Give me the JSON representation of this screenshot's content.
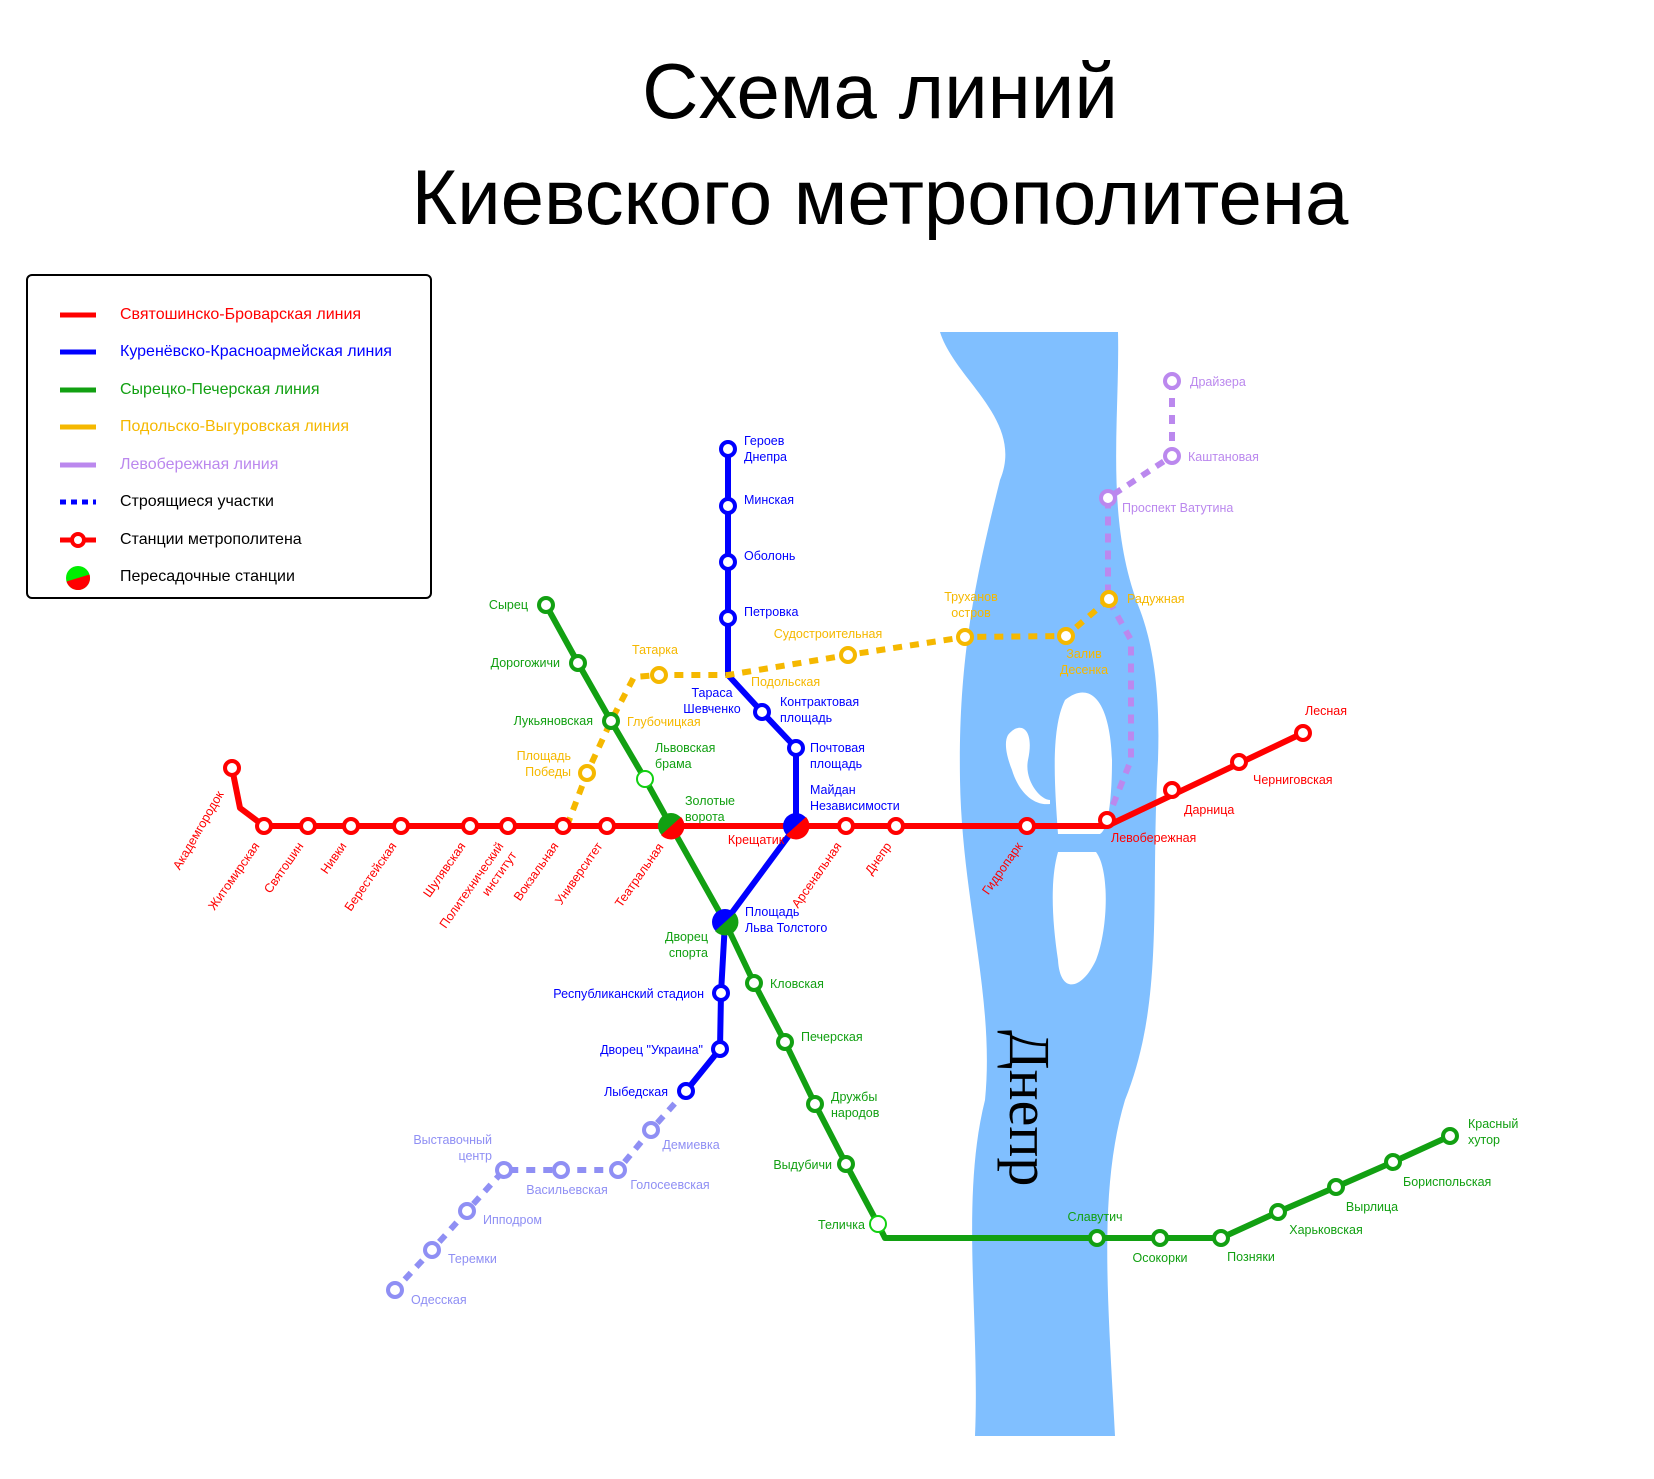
{
  "title": {
    "line1": "Схема линий",
    "line2": "Киевского метрополитена"
  },
  "colors": {
    "red": "#ff0000",
    "blue": "#0000ff",
    "green": "#12a012",
    "yellow": "#f5b800",
    "purple": "#bb88ee",
    "lilac": "#8f8ff4",
    "river": "#80bfff"
  },
  "legend": {
    "items": [
      {
        "label": "Святошинско-Броварская линия",
        "color": "#ff0000",
        "kind": "line"
      },
      {
        "label": "Куренёвско-Красноармейская линия",
        "color": "#0000ff",
        "kind": "line"
      },
      {
        "label": "Сырецко-Печерская линия",
        "color": "#12a012",
        "kind": "line"
      },
      {
        "label": "Подольско-Выгуровская линия",
        "color": "#f5b800",
        "kind": "line"
      },
      {
        "label": "Левобережная линия",
        "color": "#bb88ee",
        "kind": "line"
      },
      {
        "label": "Строящиеся участки",
        "color": "#000000",
        "kind": "dashed"
      },
      {
        "label": "Станции метрополитена",
        "color": "#000000",
        "kind": "station"
      },
      {
        "label": "Пересадочные станции",
        "color": "#000000",
        "kind": "transfer"
      }
    ]
  },
  "river": {
    "label": "Днепр"
  },
  "stations": {
    "red": [
      "Академгородок",
      "Житомирская",
      "Святошин",
      "Нивки",
      "Берестейская",
      "Шулявская",
      "Политехнический институт",
      "Вокзальная",
      "Университет",
      "Театральная",
      "Крещатик",
      "Арсенальная",
      "Днепр",
      "Гидропарк",
      "Левобережная",
      "Дарница",
      "Черниговская",
      "Лесная"
    ],
    "blue": [
      "Героев Днепра",
      "Минская",
      "Оболонь",
      "Петровка",
      "Тараса Шевченко",
      "Контрактовая площадь",
      "Почтовая площадь",
      "Майдан Независимости",
      "Площадь Льва Толстого",
      "Республиканский стадион",
      "Дворец \"Украина\"",
      "Лыбедская"
    ],
    "green": [
      "Сырец",
      "Дорогожичи",
      "Лукьяновская",
      "Львовская брама",
      "Золотые ворота",
      "Дворец спорта",
      "Кловская",
      "Печерская",
      "Дружбы народов",
      "Выдубичи",
      "Теличка",
      "Славутич",
      "Осокорки",
      "Позняки",
      "Харьковская",
      "Вырлица",
      "Бориспольская",
      "Красный хутор"
    ],
    "yellow": [
      "Татарка",
      "Глубочицкая",
      "Площадь Победы",
      "Подольская",
      "Судостроительная",
      "Труханов остров",
      "Залив Десенка",
      "Радужная"
    ],
    "purple": [
      "Драйзера",
      "Каштановая",
      "Проспект Ватутина"
    ],
    "lilac": [
      "Демиевка",
      "Голосеевская",
      "Васильевская",
      "Выставочный центр",
      "Ипподром",
      "Теремки",
      "Одесская"
    ]
  }
}
